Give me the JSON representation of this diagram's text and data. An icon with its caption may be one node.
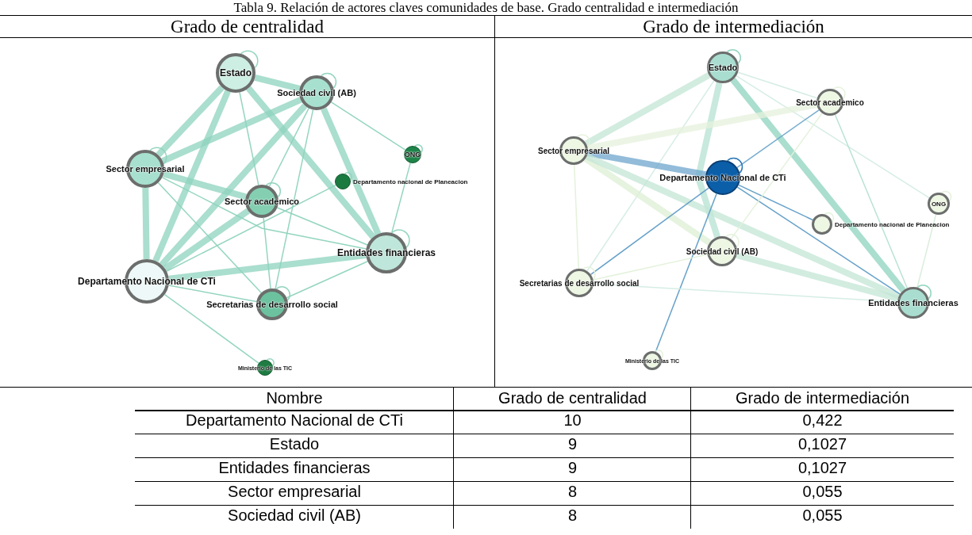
{
  "diagram": {
    "title": "Tabla 9. Relación de actores claves comunidades de base. Grado centralidad e intermediación",
    "nodes": [
      {
        "text": [
          "Estado"
        ]
      },
      {
        "text": [
          "Sociedad civil (AB)"
        ]
      },
      {
        "text": [
          "ONG"
        ]
      },
      {
        "text": [
          "Sector empresarial"
        ]
      },
      {
        "text": [],
        "shape": "circle",
        "beside": [
          "Departamento nacional de Planeacion"
        ]
      },
      {
        "text": [
          "Sector academico"
        ]
      },
      {
        "text": [
          "Entidades financieras"
        ]
      },
      {
        "text": [
          "Departamento Nacional de CTi"
        ]
      },
      {
        "text": [
          "Secretarias de desarrollo social"
        ]
      },
      {
        "text": [
          "Ministerio de las TIC"
        ]
      },
      {
        "text": [
          "Estado"
        ]
      },
      {
        "text": [
          "Sector academico"
        ]
      },
      {
        "text": [
          "Sector empresarial"
        ]
      },
      {
        "text": [
          "Departamento Nacional de CTi"
        ]
      },
      {
        "text": [
          "ONG"
        ]
      },
      {
        "text": [],
        "shape": "circle",
        "beside": [
          "Departamento nacional de Planeacion"
        ]
      },
      {
        "text": [
          "Sociedad civil (AB)"
        ]
      },
      {
        "text": [
          "Secretarias de desarrollo social"
        ]
      },
      {
        "text": [
          "Entidades financieras"
        ]
      },
      {
        "text": [
          "Ministerio de las TIC"
        ]
      }
    ],
    "edges": [
      {
        "from": 0,
        "to": 1,
        "arrow": "none",
        "style": "thick"
      },
      {
        "from": 0,
        "to": 3,
        "arrow": "none",
        "style": "thick"
      },
      {
        "from": 0,
        "to": 7,
        "arrow": "none",
        "style": "thick"
      },
      {
        "from": 0,
        "to": 5,
        "arrow": "none"
      },
      {
        "from": 0,
        "to": 6,
        "arrow": "none",
        "style": "thick"
      },
      {
        "from": 1,
        "to": 3,
        "arrow": "none",
        "style": "thick"
      },
      {
        "from": 1,
        "to": 7,
        "arrow": "none",
        "style": "thick"
      },
      {
        "from": 1,
        "to": 5,
        "arrow": "none"
      },
      {
        "from": 1,
        "to": 8,
        "arrow": "none"
      },
      {
        "from": 1,
        "to": 6,
        "arrow": "none",
        "style": "thick"
      },
      {
        "from": 1,
        "to": 2,
        "arrow": "none"
      },
      {
        "from": 3,
        "to": 7,
        "arrow": "none",
        "style": "thick"
      },
      {
        "from": 3,
        "to": 5,
        "arrow": "none",
        "style": "thick"
      },
      {
        "from": 3,
        "to": 6,
        "arrow": "none"
      },
      {
        "from": 3,
        "to": 8,
        "arrow": "none"
      },
      {
        "from": 5,
        "to": 7,
        "arrow": "none",
        "style": "thick"
      },
      {
        "from": 5,
        "to": 8,
        "arrow": "none"
      },
      {
        "from": 5,
        "to": 6,
        "arrow": "none"
      },
      {
        "from": 7,
        "to": 6,
        "arrow": "none",
        "style": "thick"
      },
      {
        "from": 7,
        "to": 4,
        "arrow": "none"
      },
      {
        "from": 7,
        "to": 8,
        "arrow": "none"
      },
      {
        "from": 7,
        "to": 9,
        "arrow": "none"
      },
      {
        "from": 6,
        "to": 2,
        "arrow": "none"
      },
      {
        "from": 6,
        "to": 8,
        "arrow": "none"
      },
      {
        "from": 0,
        "to": 0,
        "arrow": "none"
      },
      {
        "from": 1,
        "to": 1,
        "arrow": "none"
      },
      {
        "from": 2,
        "to": 2,
        "arrow": "none"
      },
      {
        "from": 3,
        "to": 3,
        "arrow": "none"
      },
      {
        "from": 4,
        "to": 4,
        "arrow": "none"
      },
      {
        "from": 5,
        "to": 5,
        "arrow": "none"
      },
      {
        "from": 6,
        "to": 6,
        "arrow": "none"
      },
      {
        "from": 8,
        "to": 8,
        "arrow": "none"
      },
      {
        "from": 9,
        "to": 9,
        "arrow": "none"
      },
      {
        "from": 10,
        "to": 12,
        "arrow": "none",
        "style": "thick",
        "color": "#c3e6d6"
      },
      {
        "from": 10,
        "to": 16,
        "arrow": "none",
        "style": "thick",
        "color": "#b5e2d2"
      },
      {
        "from": 10,
        "to": 18,
        "arrow": "none",
        "style": "thick"
      },
      {
        "from": 10,
        "to": 11,
        "arrow": "none",
        "color": "#d3ece3"
      },
      {
        "from": 10,
        "to": 14,
        "arrow": "none",
        "color": "#d3ece3"
      },
      {
        "from": 10,
        "to": 17,
        "arrow": "none",
        "color": "#d3ece3"
      },
      {
        "from": 12,
        "to": 13,
        "arrow": "none",
        "style": "thick",
        "color": "#6ea6cc"
      },
      {
        "from": 12,
        "to": 11,
        "arrow": "none",
        "style": "thick",
        "color": "#e6f2dc"
      },
      {
        "from": 12,
        "to": 16,
        "arrow": "none",
        "style": "thick",
        "color": "#dcefd4"
      },
      {
        "from": 12,
        "to": 18,
        "arrow": "none",
        "style": "thick",
        "color": "#c3e6d6"
      },
      {
        "from": 12,
        "to": 17,
        "arrow": "none",
        "color": "#e3f1da"
      },
      {
        "from": 13,
        "to": 11,
        "arrow": "none",
        "color": "#6ea6cc"
      },
      {
        "from": 13,
        "to": 18,
        "arrow": "none",
        "color": "#5e9cc6"
      },
      {
        "from": 13,
        "to": 15,
        "arrow": "none",
        "color": "#5e9cc6"
      },
      {
        "from": 13,
        "to": 17,
        "arrow": "none",
        "color": "#5e9cc6"
      },
      {
        "from": 13,
        "to": 19,
        "arrow": "none",
        "color": "#5e9cc6"
      },
      {
        "from": 11,
        "to": 18,
        "arrow": "none",
        "color": "#b5e2d2"
      },
      {
        "from": 11,
        "to": 16,
        "arrow": "none",
        "color": "#e3f1da"
      },
      {
        "from": 16,
        "to": 18,
        "arrow": "none",
        "style": "thick",
        "color": "#c3e6d6"
      },
      {
        "from": 16,
        "to": 17,
        "arrow": "none",
        "color": "#e3f1da"
      },
      {
        "from": 17,
        "to": 18,
        "arrow": "none",
        "color": "#d3ece3"
      },
      {
        "from": 18,
        "to": 14,
        "arrow": "none",
        "color": "#d7ecd8"
      },
      {
        "from": 10,
        "to": 10,
        "arrow": "none"
      },
      {
        "from": 13,
        "to": 13,
        "arrow": "none",
        "color": "#1f6fb2"
      },
      {
        "from": 11,
        "to": 11,
        "arrow": "none",
        "color": "#e3f1da"
      },
      {
        "from": 12,
        "to": 12,
        "arrow": "none",
        "color": "#e3f1da"
      },
      {
        "from": 16,
        "to": 16,
        "arrow": "none",
        "color": "#e3f1da"
      },
      {
        "from": 18,
        "to": 18,
        "arrow": "none"
      },
      {
        "from": 14,
        "to": 14,
        "arrow": "none",
        "color": "#e3f1da"
      },
      {
        "from": 15,
        "to": 15,
        "arrow": "none",
        "color": "#e3f1da"
      },
      {
        "from": 17,
        "to": 17,
        "arrow": "none",
        "color": "#e3f1da"
      },
      {
        "from": 19,
        "to": 19,
        "arrow": "none",
        "color": "#e3f1da"
      }
    ],
    "labels": [
      "Grado de centralidad",
      "Grado de intermediación",
      "Nombre",
      "Grado de centralidad",
      "Grado de intermediación",
      "Departamento Nacional de CTi",
      "10",
      "0,422",
      "Estado",
      "9",
      "0,1027",
      "Entidades financieras",
      "9",
      "0,1027",
      "Sector empresarial",
      "8",
      "0,055",
      "Sociedad civil (AB)",
      "8",
      "0,055"
    ]
  }
}
